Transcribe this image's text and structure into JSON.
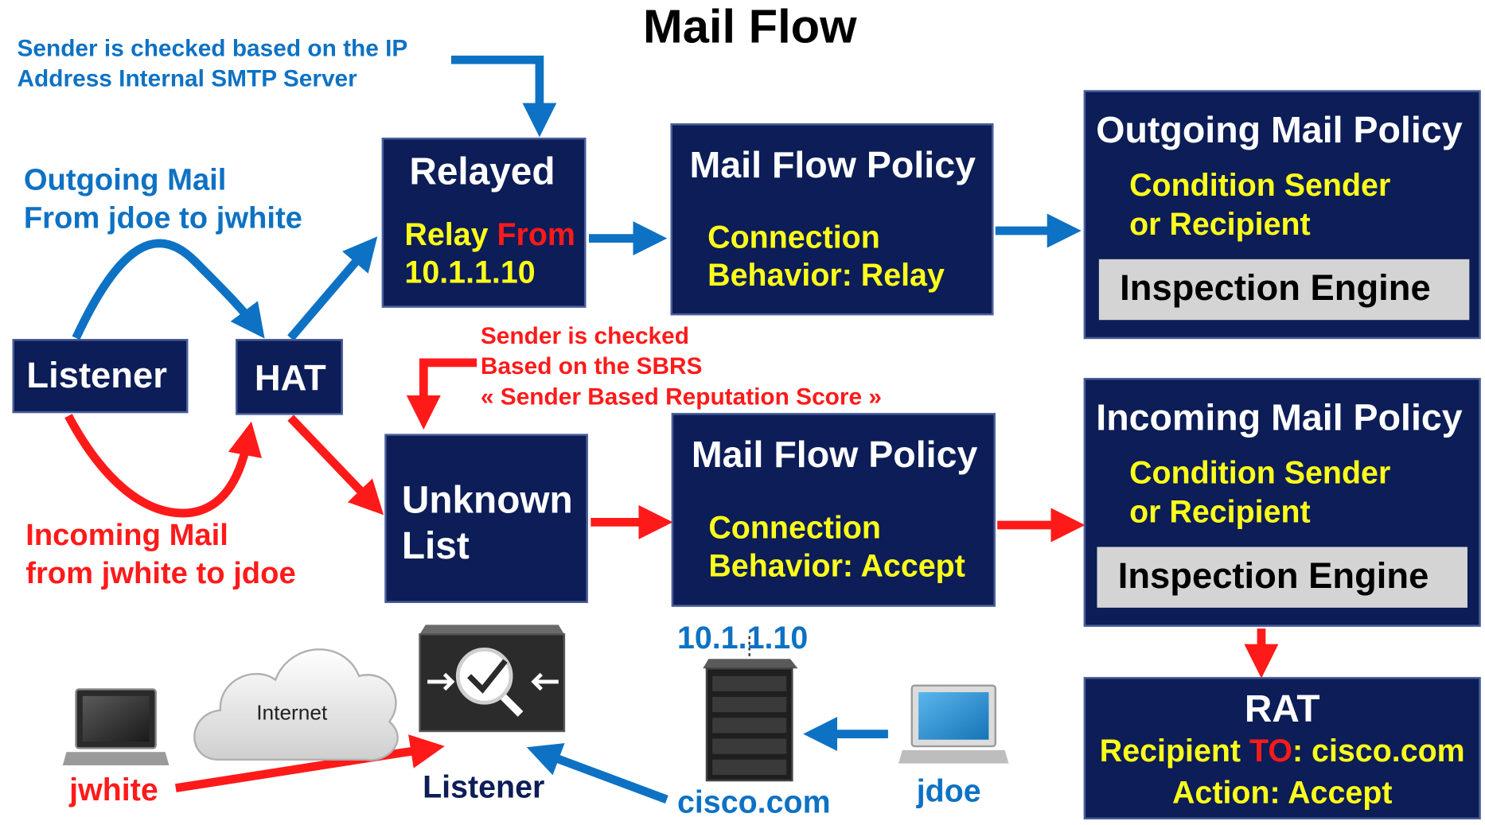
{
  "title": "Mail Flow",
  "colors": {
    "box": "#0c1d57",
    "text_white": "#ffffff",
    "text_yellow": "#ffff1a",
    "red": "#ff1a1a",
    "blue": "#0d72c4",
    "engine_bg": "#d4d4d4"
  },
  "notes": {
    "ip_check_line1": "Sender is checked based on the IP",
    "ip_check_line2": "Address Internal SMTP Server",
    "sbrs_line1": "Sender is checked",
    "sbrs_line2": "Based on the SBRS",
    "sbrs_line3": "« Sender Based Reputation Score »"
  },
  "outgoing_label": {
    "line1": "Outgoing Mail",
    "line2": "From jdoe to jwhite"
  },
  "incoming_label": {
    "line1": "Incoming Mail",
    "line2": "from jwhite to jdoe"
  },
  "listener_box": "Listener",
  "hat_box": "HAT",
  "relayed": {
    "title": "Relayed",
    "relay": "Relay",
    "from": "From",
    "ip": "10.1.1.10"
  },
  "unknown": {
    "line1": "Unknown",
    "line2": "List"
  },
  "mfp_relay": {
    "title": "Mail Flow Policy",
    "line1": "Connection",
    "line2": "Behavior: Relay"
  },
  "mfp_accept": {
    "title": "Mail Flow Policy",
    "line1": "Connection",
    "line2": "Behavior: Accept"
  },
  "outgoing_policy": {
    "title": "Outgoing Mail Policy",
    "line1": "Condition Sender",
    "line2": "or Recipient",
    "engine": "Inspection Engine"
  },
  "incoming_policy": {
    "title": "Incoming Mail Policy",
    "line1": "Condition Sender",
    "line2": "or Recipient",
    "engine": "Inspection Engine"
  },
  "rat": {
    "title": "RAT",
    "recipient": "Recipient",
    "to": "TO",
    "domain": ": cisco.com",
    "action": "Action: Accept"
  },
  "bottom": {
    "internet": "Internet",
    "listener": "Listener",
    "server_ip": "10.1.1.10",
    "server_domain": "cisco.com",
    "jwhite": "jwhite",
    "jdoe": "jdoe"
  }
}
